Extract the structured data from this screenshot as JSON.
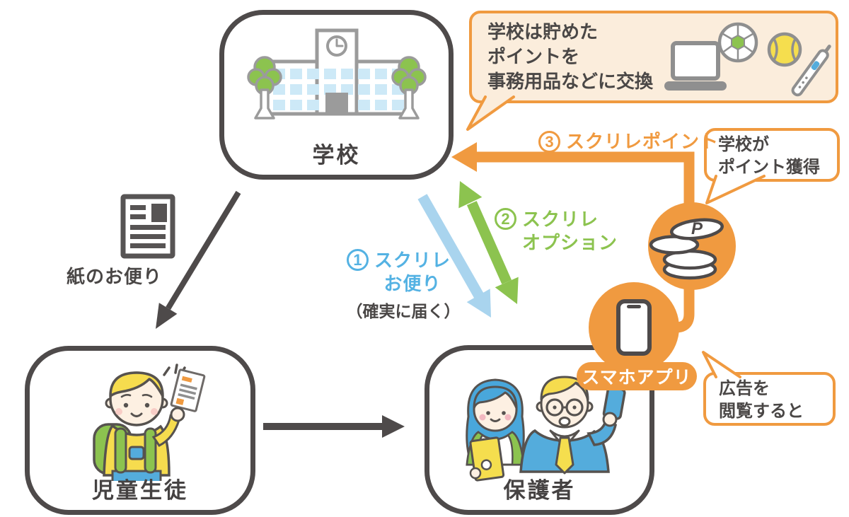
{
  "colors": {
    "orange": "#F09A40",
    "green": "#8CC34F",
    "blue_text": "#54B2E3",
    "light_blue_arrow": "#A9D4EE",
    "dark_gray": "#4E4A4A",
    "cream": "#FBEDDC"
  },
  "nodes": {
    "school": "学校",
    "students": "児童生徒",
    "parents": "保護者"
  },
  "bubbles": {
    "exchange": {
      "line1": "学校は貯めた",
      "line2": "ポイントを",
      "line3": "事務用品などに交換"
    },
    "earn": {
      "line1": "学校が",
      "line2": "ポイント獲得"
    },
    "ads": {
      "line1": "広告を",
      "line2": "閲覧すると"
    }
  },
  "flows": {
    "okayori": {
      "num": "1",
      "line1": "スクリレ",
      "line2": "お便り",
      "note": "（確実に届く）"
    },
    "option": {
      "num": "2",
      "line1": "スクリレ",
      "line2": "オプション"
    },
    "points": {
      "num": "3",
      "label": "スクリレポイント"
    }
  },
  "paper_label": "紙のお便り",
  "badge": "スマホアプリ",
  "coin_letter": "P"
}
